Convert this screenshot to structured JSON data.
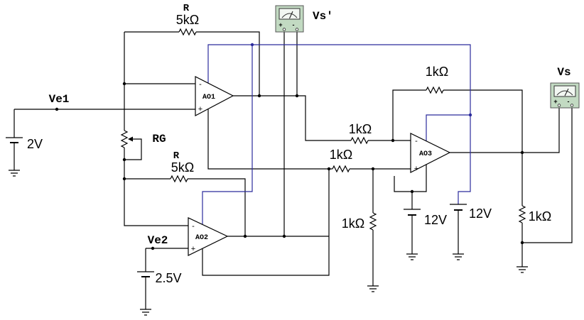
{
  "workspace": {
    "colors": {
      "background": "#ffffff",
      "wire": "#000000",
      "supply_wire": "#2b2b9c",
      "meter_body": "#c2dac2",
      "meter_face": "#f2f7f2"
    }
  },
  "resistors": {
    "r1": {
      "ref": "R",
      "value": "5kΩ"
    },
    "r2": {
      "ref": "R",
      "value": "5kΩ"
    },
    "rg": {
      "ref": "RG"
    },
    "r3": {
      "value": "1kΩ"
    },
    "r4": {
      "value": "1kΩ"
    },
    "r5": {
      "value": "1kΩ"
    },
    "r6": {
      "value": "1kΩ"
    },
    "r7": {
      "value": "1kΩ"
    }
  },
  "sources": {
    "ve1": {
      "ref": "Ve1",
      "value": "2V"
    },
    "ve2": {
      "ref": "Ve2",
      "value": "2.5V"
    },
    "supply_1": {
      "value": "12V"
    },
    "supply_2": {
      "value": "12V"
    }
  },
  "opamps": {
    "ao1": {
      "ref": "AO1",
      "inverting": "-",
      "non_inverting": "+"
    },
    "ao2": {
      "ref": "AO2",
      "inverting": "-",
      "non_inverting": "+"
    },
    "ao3": {
      "ref": "AO3",
      "inverting": "-",
      "non_inverting": "+"
    }
  },
  "voltmeters": {
    "vs_prime": {
      "ref": "Vs'",
      "positive": "+",
      "negative": "-",
      "icon": "analog-meter-icon"
    },
    "vs": {
      "ref": "Vs",
      "positive": "+",
      "negative": "-",
      "icon": "analog-meter-icon"
    }
  }
}
